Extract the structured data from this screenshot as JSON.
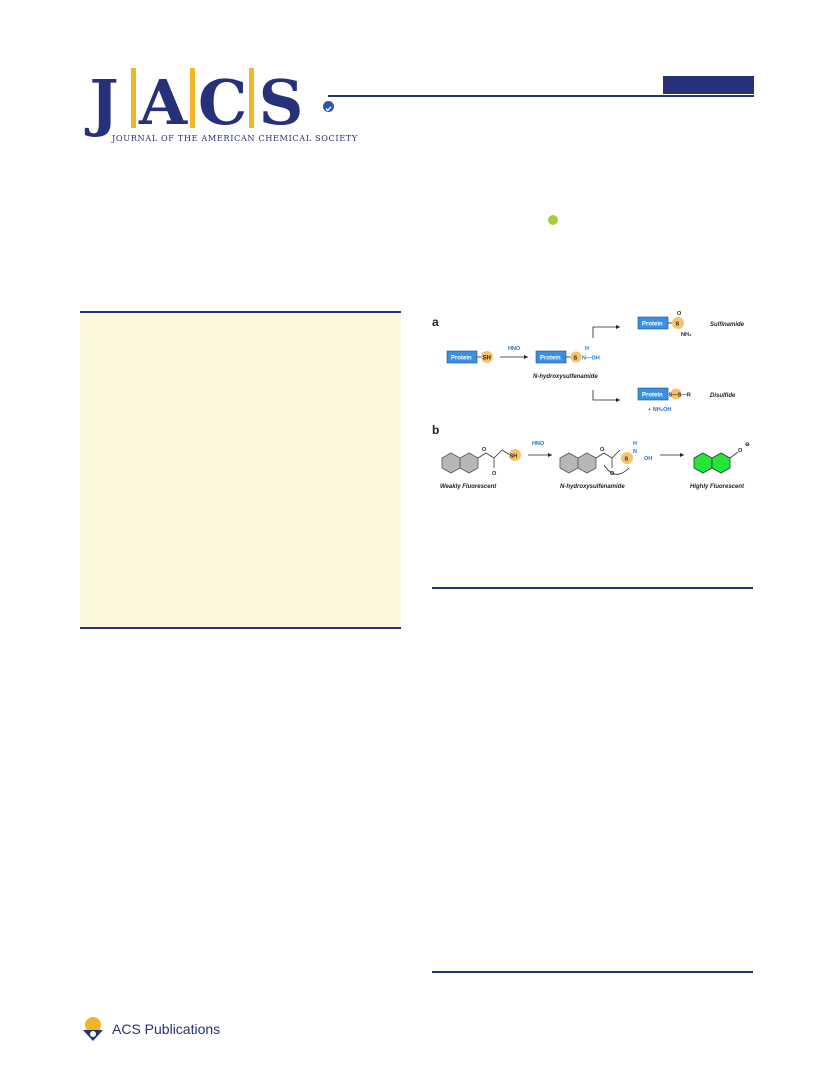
{
  "header": {
    "journal_letters": [
      "J",
      "A",
      "C",
      "S"
    ],
    "journal_full_name": "JOURNAL OF THE AMERICAN CHEMICAL SOCIETY",
    "accent_color": "#26317a",
    "separator_color": "#f2b62b"
  },
  "figure": {
    "panel_a": {
      "letter": "a",
      "protein_label": "Protein",
      "sh_label": "SH",
      "reagent": "HNO",
      "s_label": "S",
      "h_label": "H",
      "n_oh_label": "N—OH",
      "intermediate_label": "N-hydroxysulfenamide",
      "product1_label": "Sulfinamide",
      "product1_o": "O",
      "product1_nh2": "NH₂",
      "product2_label": "Disulfide",
      "product2_chain": "S—S—R",
      "byproduct": "+ NH₂OH"
    },
    "panel_b": {
      "letter": "b",
      "reagent": "HNO",
      "sh_label": "SH",
      "s_label": "S",
      "h_label": "H",
      "n_label": "N",
      "oh_label": "OH",
      "o_label": "O",
      "minus": "⊖",
      "label_left": "Weakly Fluorescent",
      "label_mid": "N-hydroxysulfenamide",
      "label_right": "Highly Fluorescent"
    }
  },
  "footer": {
    "publisher": "ACS Publications"
  },
  "colors": {
    "abstract_bg": "#fdf7dc",
    "protein_blue": "#3b8fe0",
    "sulfur_orange": "#f6c26b",
    "fluorescent_green": "#22e63a",
    "orcid_green": "#a6ce39"
  }
}
